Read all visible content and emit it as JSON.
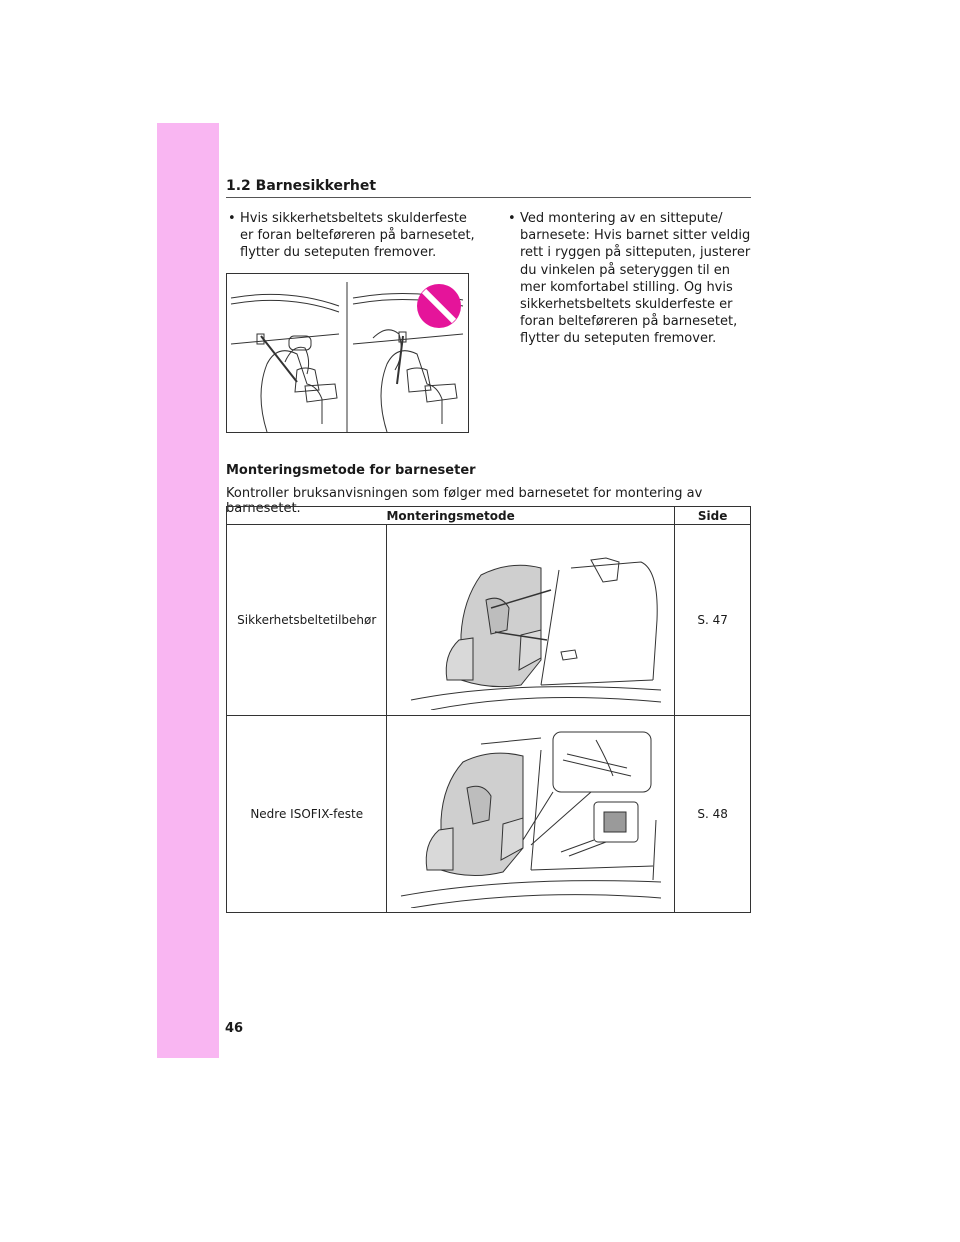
{
  "header": {
    "section": "1.2  Barnesikkerhet"
  },
  "left_column": {
    "bullet": "Hvis sikkerhetsbeltets skulderfeste er foran belteføreren på barnesetet, flytter du seteputen fremover."
  },
  "right_column": {
    "bullet": "Ved montering av en sittepute/ barnesete: Hvis barnet sitter veldig rett i ryggen på sitteputen, justerer du vinkelen på seteryggen til en mer komfortabel stilling. Og hvis sikkerhetsbeltets skulderfeste er foran belteføreren på barnesetet, flytter du seteputen fremover."
  },
  "bullet_glyph": "•",
  "icons": {
    "prohibited": "no-entry-icon",
    "prohibited_color": "#e5149a"
  },
  "mounting": {
    "heading": "Monteringsmetode for barneseter",
    "intro": "Kontroller bruksanvisningen som følger med barnesetet for montering av barnesetet.",
    "table": {
      "headers": [
        "Monteringsmetode",
        "Side"
      ],
      "rows": [
        {
          "method": "Sikkerhetsbeltetilbehør",
          "page": "S. 47"
        },
        {
          "method": "Nedre ISOFIX-feste",
          "page": "S. 48"
        }
      ]
    }
  },
  "colors": {
    "side_band": "#f9b6f2"
  },
  "page_number": "46"
}
